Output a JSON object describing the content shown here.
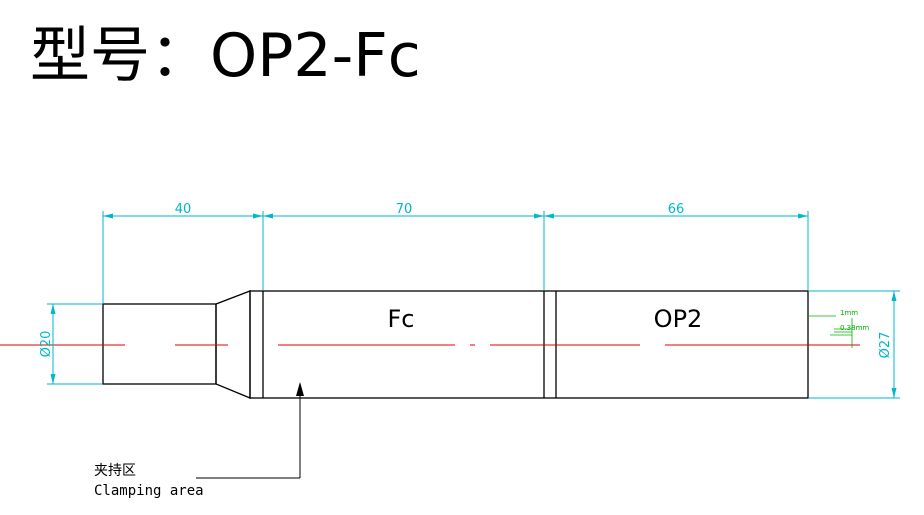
{
  "title": "型号：OP2-Fc",
  "colors": {
    "outline": "#000000",
    "dimension": "#00b8c8",
    "centerline": "#e00000",
    "note": "#00b000"
  },
  "dimensions": {
    "len_clamp": "40",
    "len_fc": "70",
    "len_op2": "66",
    "dia_left": "Ø20",
    "dia_right": "Ø27"
  },
  "sections": {
    "fc_label": "Fc",
    "op2_label": "OP2"
  },
  "tip_notes": {
    "note_1": "1mm",
    "note_2": "0.38mm"
  },
  "callout": {
    "line1": "夹持区",
    "line2": "Clamping area"
  }
}
